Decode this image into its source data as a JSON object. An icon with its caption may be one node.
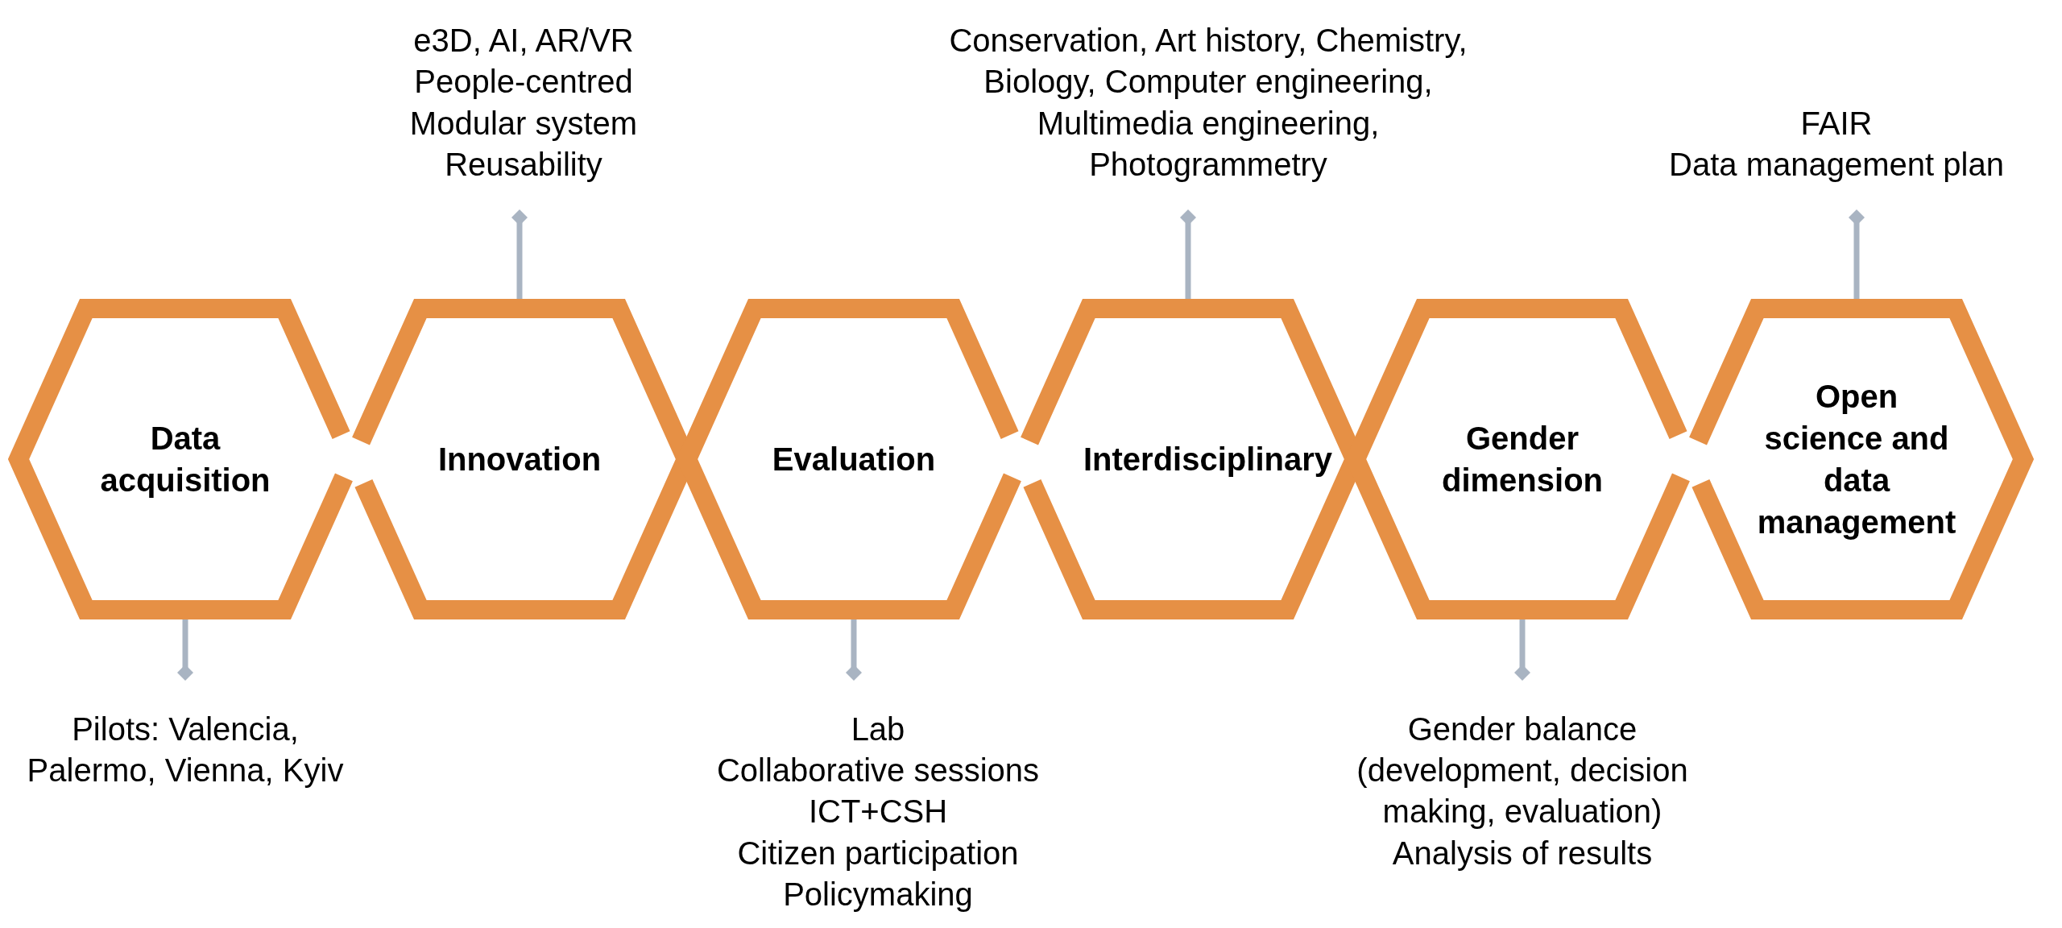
{
  "diagram": {
    "nodes": [
      {
        "text": [
          "Data acquisition"
        ]
      },
      {
        "text": [
          "Innovation"
        ]
      },
      {
        "text": [
          "Evaluation"
        ]
      },
      {
        "text": [
          "Interdisciplinary"
        ]
      },
      {
        "text": [
          "Gender dimension"
        ]
      },
      {
        "text": [
          "Open science and data management"
        ]
      },
      {
        "text": [
          "Pilots: Valencia, Palermo, Vienna, Kyiv"
        ]
      },
      {
        "text": [
          "e3D, AI, AR/VR",
          "People-centred",
          "Modular system",
          "Reusability"
        ]
      },
      {
        "text": [
          "Lab",
          "Collaborative sessions",
          "ICT+CSH",
          "Citizen participation",
          "Policymaking"
        ]
      },
      {
        "text": [
          "Conservation, Art history, Chemistry, Biology, Computer engineering, Multimedia engineering, Photogrammetry"
        ]
      },
      {
        "text": [
          "Gender balance (development, decision making, evaluation)",
          "Analysis of results"
        ]
      },
      {
        "text": [
          "FAIR",
          "Data management plan"
        ]
      }
    ],
    "edges": [
      {
        "from": 0,
        "to": 6,
        "arrow": "other"
      },
      {
        "from": 1,
        "to": 7,
        "arrow": "other"
      },
      {
        "from": 2,
        "to": 8,
        "arrow": "other"
      },
      {
        "from": 3,
        "to": 9,
        "arrow": "other"
      },
      {
        "from": 4,
        "to": 10,
        "arrow": "other"
      },
      {
        "from": 5,
        "to": 11,
        "arrow": "other"
      }
    ]
  }
}
